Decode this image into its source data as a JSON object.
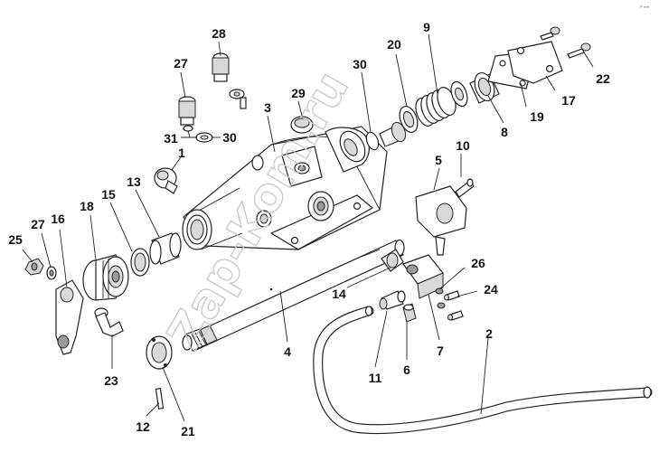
{
  "corner_mark": "↗ ∞∞",
  "watermark": "Zap-Kom.ru",
  "callouts": [
    "1",
    "2",
    "3",
    "4",
    "5",
    "6",
    "7",
    "8",
    "9",
    "10",
    "11",
    "12",
    "13",
    "14",
    "15",
    "16",
    "17",
    "18",
    "19",
    "20",
    "21",
    "22",
    "23",
    "24",
    "25",
    "26",
    "27",
    "27",
    "28",
    "29",
    "30",
    "30",
    "30",
    "31"
  ]
}
